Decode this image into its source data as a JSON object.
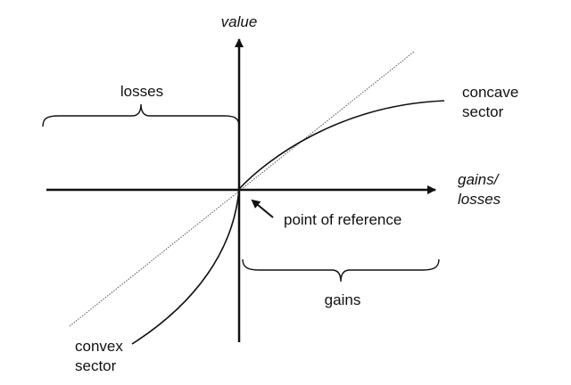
{
  "labels": {
    "y_axis": "value",
    "x_axis_line1": "gains/",
    "x_axis_line2": "losses",
    "losses": "losses",
    "gains": "gains",
    "concave_line1": "concave",
    "concave_line2": "sector",
    "convex_line1": "convex",
    "convex_line2": "sector",
    "reference_point": "point of reference"
  },
  "colors": {
    "ink": "#111111",
    "reference_line": "#555555",
    "background": "#ffffff"
  }
}
